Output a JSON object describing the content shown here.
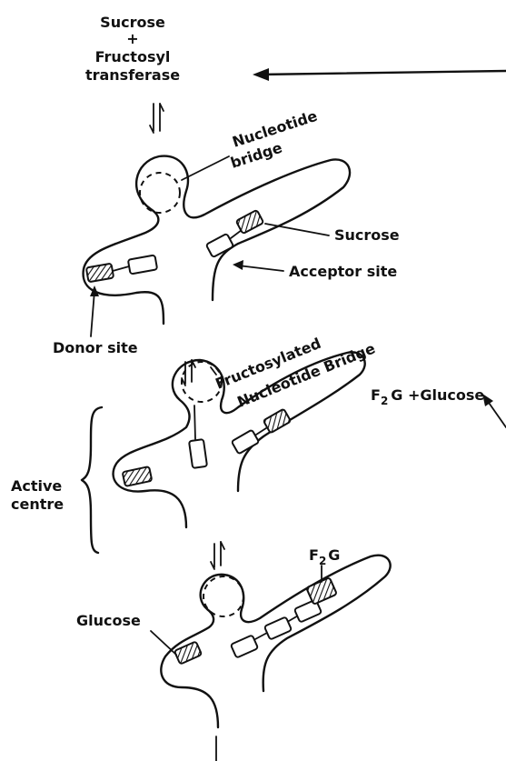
{
  "labels": {
    "sucrose_top": "Sucrose",
    "plus": "+",
    "fructosyl": "Fructosyl",
    "transferase": "transferase",
    "nucleotide": "Nucleotide",
    "bridge": "bridge",
    "sucrose": "Sucrose",
    "acceptor_site": "Acceptor site",
    "donor_site": "Donor site",
    "fructosylated": "Fructosylated",
    "nucleotide_bridge": "Nucleotide Bridge",
    "f2g_glucose": "F",
    "f2g_glucose_sub": "2",
    "f2g_glucose_rest": "G +Glucose",
    "active": "Active",
    "centre": "centre",
    "f2g": "F",
    "f2g_sub": "2",
    "f2g_rest": "G",
    "glucose": "Glucose"
  }
}
